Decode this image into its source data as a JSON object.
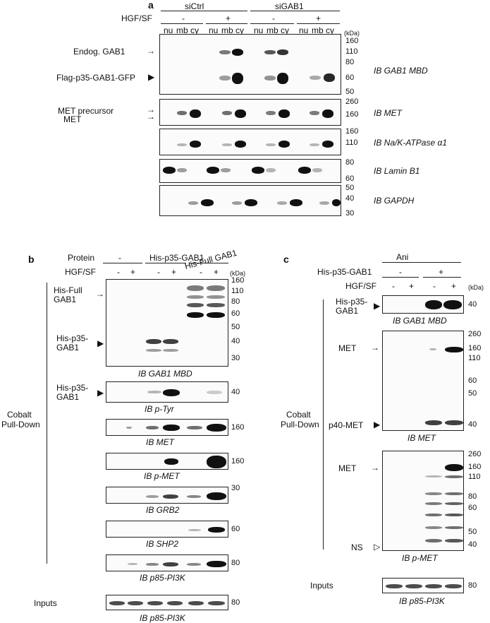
{
  "panel_a": {
    "letter": "a",
    "group1": "siCtrl",
    "group2": "siGAB1",
    "hgf_label": "HGF/SF",
    "minus": "-",
    "plus": "+",
    "fractions": [
      "nu",
      "mb",
      "cy",
      "nu",
      "mb",
      "cy",
      "nu",
      "mb",
      "cy",
      "nu",
      "mb",
      "cy"
    ],
    "kda": "(kDa)",
    "labels": {
      "endog_gab1": "Endog. GAB1",
      "flag": "Flag-p35-GAB1-GFP",
      "met_precursor": "MET precursor",
      "met": "MET"
    },
    "blots": {
      "gab1": {
        "ib": "IB GAB1 MBD",
        "ticks": [
          "160",
          "110",
          "80",
          "60",
          "50"
        ]
      },
      "met": {
        "ib": "IB MET",
        "ticks": [
          "260",
          "160"
        ]
      },
      "nak": {
        "ib": "IB Na/K-ATPase α1",
        "ticks": [
          "160",
          "110"
        ]
      },
      "lamin": {
        "ib": "IB Lamin B1",
        "ticks": [
          "80",
          "60"
        ]
      },
      "gapdh": {
        "ib": "IB GAPDH",
        "ticks": [
          "50",
          "40",
          "30"
        ]
      }
    }
  },
  "panel_b": {
    "letter": "b",
    "protein_label": "Protein",
    "hgf_label": "HGF/SF",
    "groups": [
      "-",
      "His-p35-GAB1",
      "His-Full GAB1"
    ],
    "minus": "-",
    "plus": "+",
    "kda": "(kDa)",
    "cobalt1": "Cobalt",
    "cobalt2": "Pull-Down",
    "inputs": "Inputs",
    "labels": {
      "his_full_1": "His-Full",
      "his_full_2": "GAB1",
      "his_p35_1": "His-p35-",
      "his_p35_2": "GAB1"
    },
    "blots": {
      "gab1": {
        "ib": "IB GAB1 MBD",
        "ticks": [
          "160",
          "110",
          "80",
          "60",
          "50",
          "40",
          "30"
        ]
      },
      "ptyr": {
        "ib": "IB p-Tyr",
        "ticks": [
          "40"
        ]
      },
      "met": {
        "ib": "IB MET",
        "ticks": [
          "160"
        ]
      },
      "pmet": {
        "ib": "IB p-MET",
        "ticks": [
          "160"
        ]
      },
      "grb2": {
        "ib": "IB GRB2",
        "ticks": [
          "30"
        ]
      },
      "shp2": {
        "ib": "IB SHP2",
        "ticks": [
          "60"
        ]
      },
      "p85": {
        "ib": "IB p85-PI3K",
        "ticks": [
          "80"
        ]
      },
      "p85_input": {
        "ib": "IB p85-PI3K",
        "ticks": [
          "80"
        ]
      }
    }
  },
  "panel_c": {
    "letter": "c",
    "ani": "Ani",
    "his_label": "His-p35-GAB1",
    "hgf_label": "HGF/SF",
    "minus": "-",
    "plus": "+",
    "kda": "(kDa)",
    "cobalt1": "Cobalt",
    "cobalt2": "Pull-Down",
    "inputs": "Inputs",
    "labels": {
      "his_p35_1": "His-p35-",
      "his_p35_2": "GAB1",
      "met": "MET",
      "p40": "p40-MET",
      "met2": "MET",
      "ns": "NS"
    },
    "blots": {
      "gab1": {
        "ib": "IB GAB1 MBD",
        "ticks": [
          "40"
        ]
      },
      "met": {
        "ib": "IB MET",
        "ticks": [
          "260",
          "160",
          "110",
          "60",
          "50",
          "40"
        ]
      },
      "pmet": {
        "ib": "IB p-MET",
        "ticks": [
          "260",
          "160",
          "110",
          "80",
          "60",
          "50",
          "40"
        ]
      },
      "p85": {
        "ib": "IB p85-PI3K",
        "ticks": [
          "80"
        ]
      }
    }
  }
}
